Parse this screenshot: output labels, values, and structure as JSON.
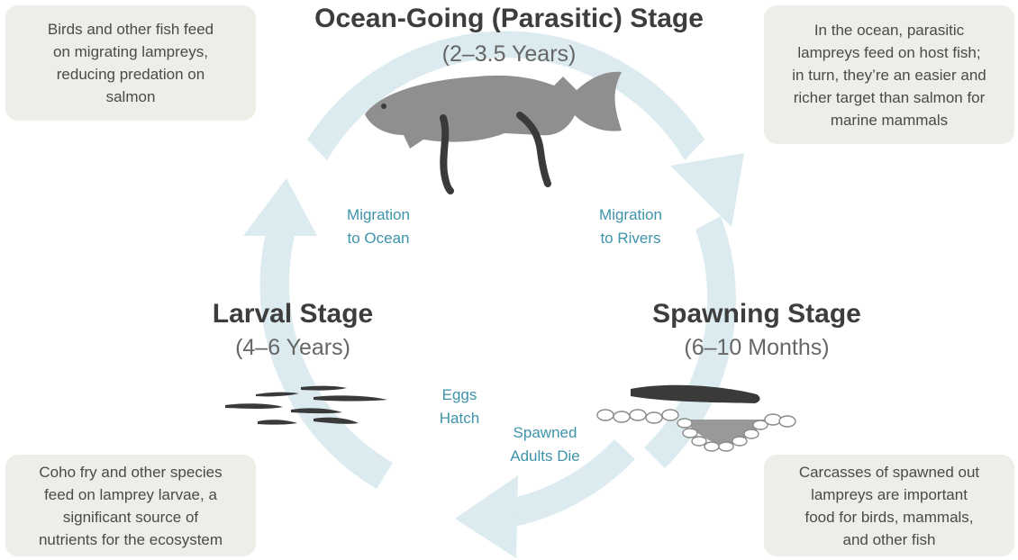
{
  "stages": {
    "ocean": {
      "title": "Ocean-Going (Parasitic) Stage",
      "duration": "(2–3.5 Years)"
    },
    "spawning": {
      "title": "Spawning Stage",
      "duration": "(6–10 Months)"
    },
    "larval": {
      "title": "Larval Stage",
      "duration": "(4–6 Years)"
    }
  },
  "transitions": {
    "to_ocean": [
      "Migration",
      "to Ocean"
    ],
    "to_rivers": [
      "Migration",
      "to Rivers"
    ],
    "eggs_hatch": [
      "Eggs",
      "Hatch"
    ],
    "adults_die": [
      "Spawned",
      "Adults Die"
    ]
  },
  "notes": {
    "top_left": [
      "Birds and other fish feed",
      "on migrating lampreys,",
      "reducing predation on",
      "salmon"
    ],
    "top_right": [
      "In the ocean, parasitic",
      "lampreys feed on host fish;",
      "in turn, they’re an easier and",
      "richer target than salmon for",
      "marine mammals"
    ],
    "bottom_left": [
      "Coho fry and other species",
      "feed on lamprey larvae, a",
      "significant source of",
      "nutrients for the ecosystem"
    ],
    "bottom_right": [
      "Carcasses of spawned out",
      "lampreys are important",
      "food for birds, mammals,",
      "and other fish"
    ]
  },
  "colors": {
    "cycle_arrow": "#dcebef",
    "transition_text": "#3e93aa",
    "note_bg": "#eeede8",
    "fish": "#8f8f8f",
    "lamprey": "#3a3a3a"
  },
  "icons": [
    "salmon-with-lampreys-icon",
    "spawning-lamprey-nest-icon",
    "larvae-group-icon"
  ]
}
